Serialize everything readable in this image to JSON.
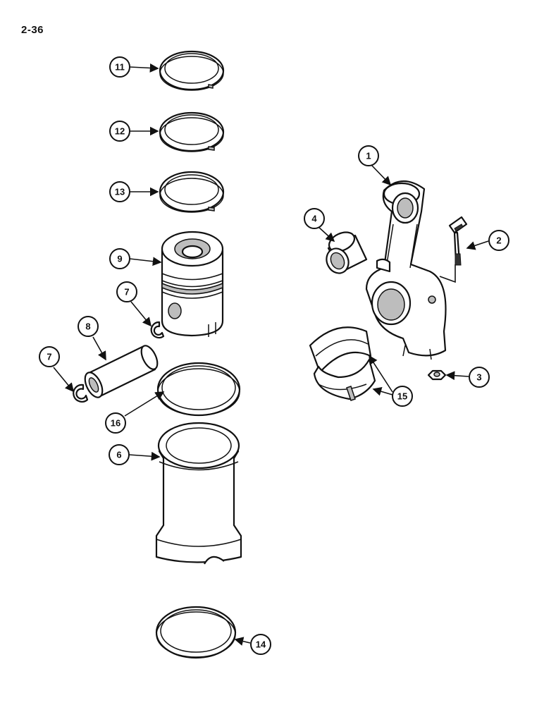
{
  "page": {
    "number": "2-36"
  },
  "callouts": {
    "c1": "1",
    "c2": "2",
    "c3": "3",
    "c4": "4",
    "c6": "6",
    "c7a": "7",
    "c7b": "7",
    "c8": "8",
    "c9": "9",
    "c11": "11",
    "c12": "12",
    "c13": "13",
    "c14": "14",
    "c15": "15",
    "c16": "16"
  }
}
